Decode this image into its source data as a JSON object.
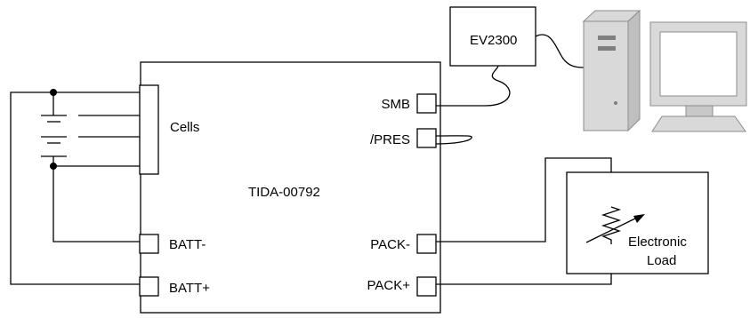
{
  "board": {
    "label": "TIDA-00792"
  },
  "connectors": {
    "cells": "Cells",
    "batt_minus": "BATT-",
    "batt_plus": "BATT+",
    "smb": "SMB",
    "pres": "/PRES",
    "pack_minus": "PACK-",
    "pack_plus": "PACK+"
  },
  "interface": {
    "label": "EV2300"
  },
  "load": {
    "line1": "Electronic",
    "line2": "Load"
  },
  "icons": [
    "battery-icon",
    "variable-resistor-icon",
    "computer-tower-icon",
    "monitor-icon"
  ],
  "colors": {
    "line": "#000000",
    "computer_fill": "#d9d9d9",
    "computer_stroke": "#8c8c8c",
    "screen": "#ffffff"
  }
}
